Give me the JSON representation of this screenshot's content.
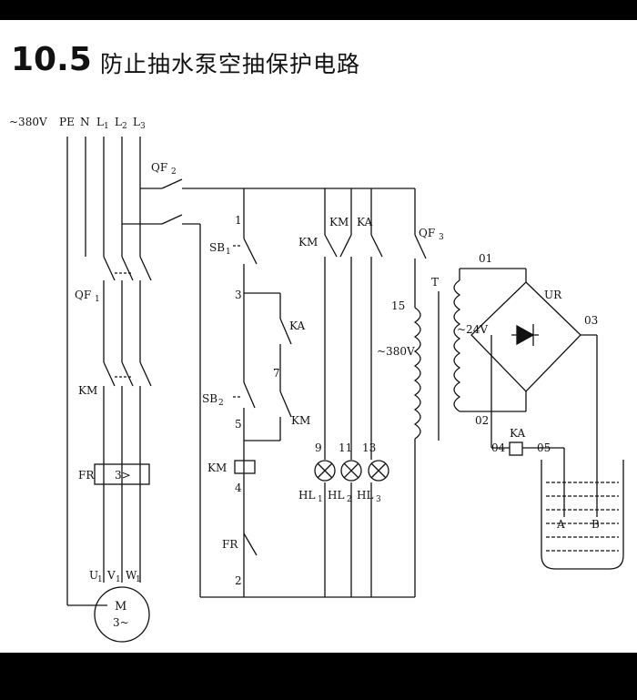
{
  "title": {
    "number": "10.5",
    "text": "防止抽水泵空抽保护电路"
  },
  "supply": {
    "voltage": "~380V",
    "pe": "PE",
    "n": "N",
    "l": "L",
    "l1": "1",
    "l2": "2",
    "l3": "3"
  },
  "labels": {
    "qf": "QF",
    "qf1_sub": "1",
    "qf2_sub": "2",
    "qf3_sub": "3",
    "km": "KM",
    "fr": "FR",
    "fr_setting": "3>",
    "sb": "SB",
    "sb1_sub": "1",
    "sb2_sub": "2",
    "ka": "KA",
    "t": "T",
    "ur": "UR",
    "v24": "~24V",
    "v380": "~380V",
    "hl": "HL",
    "hl1_sub": "1",
    "hl2_sub": "2",
    "hl3_sub": "3",
    "motor_m": "M",
    "motor_phase": "3~",
    "u": "U",
    "v": "V",
    "w": "W",
    "uvw_sub": "1",
    "probe_a": "A",
    "probe_b": "B"
  },
  "nodes": {
    "n1": "1",
    "n2": "2",
    "n3": "3",
    "n4": "4",
    "n5": "5",
    "n7": "7",
    "n9": "9",
    "n11": "11",
    "n13": "13",
    "n15": "15",
    "n01": "01",
    "n02": "02",
    "n03": "03",
    "n04": "04",
    "n05": "05"
  }
}
